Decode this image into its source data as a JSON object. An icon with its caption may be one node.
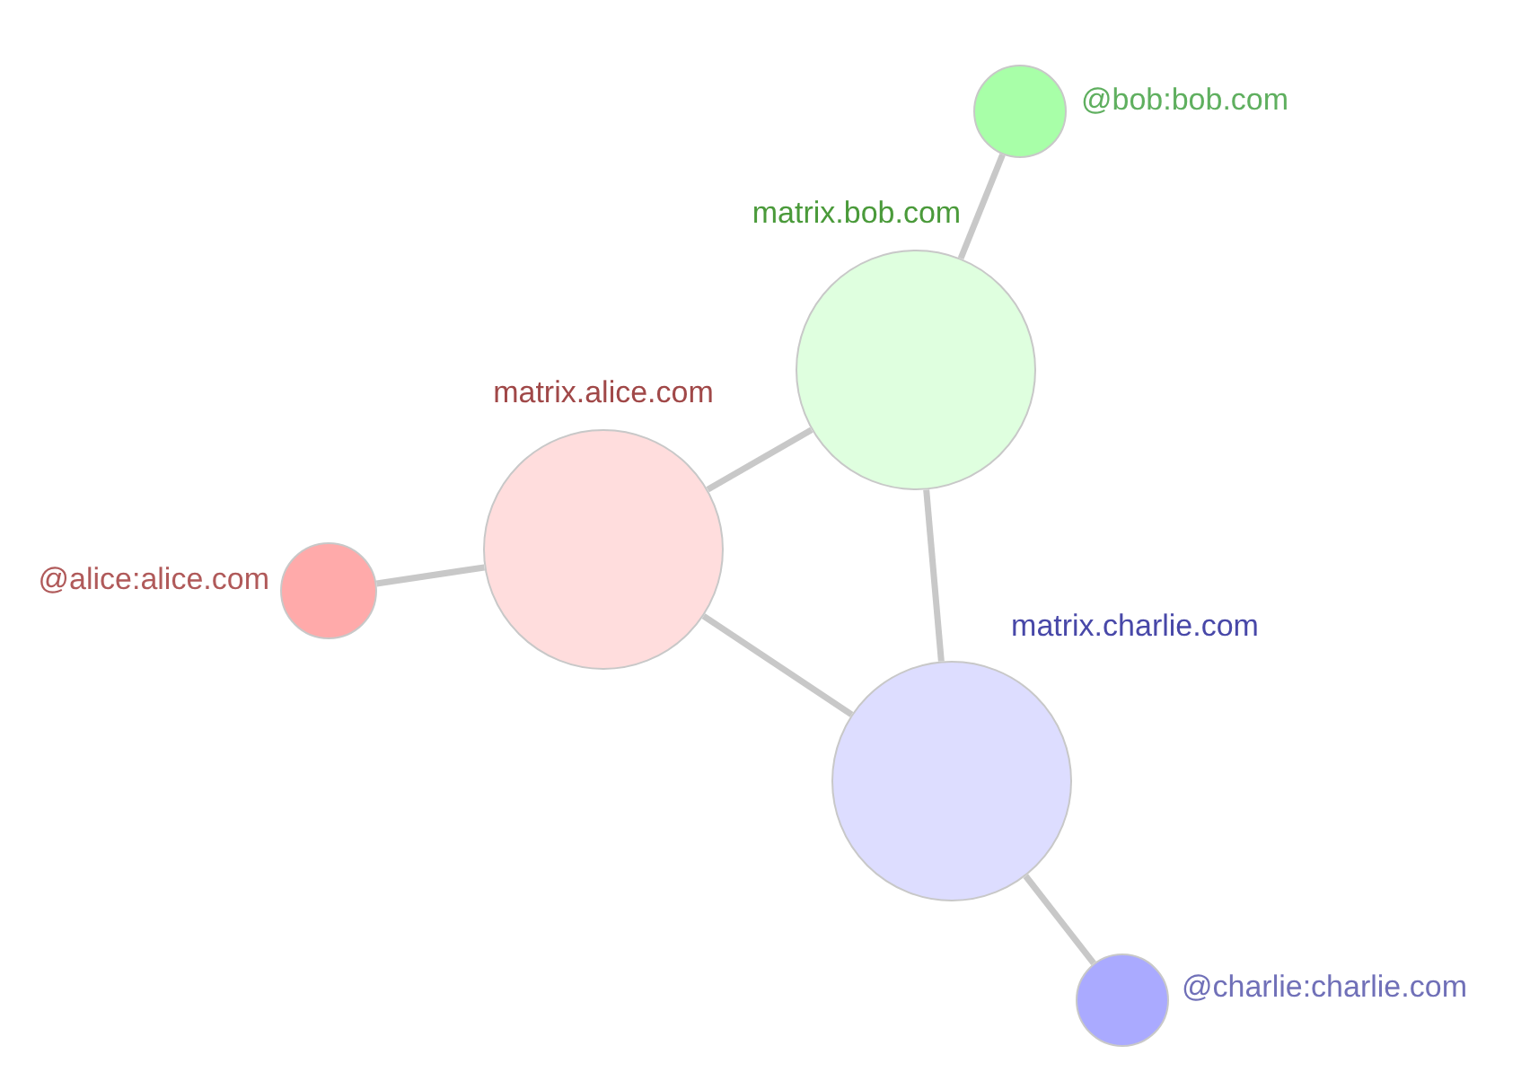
{
  "diagram": {
    "nodes": [
      {
        "text": [
          "@bob:bob.com"
        ]
      },
      {
        "text": [
          "matrix.bob.com"
        ]
      },
      {
        "text": [
          "matrix.alice.com"
        ]
      },
      {
        "text": [
          "@alice:alice.com"
        ]
      },
      {
        "text": [
          "matrix.charlie.com"
        ]
      },
      {
        "text": [
          "@charlie:charlie.com"
        ]
      }
    ],
    "edges": [
      {
        "from": 1,
        "to": 0,
        "arrow": "none"
      },
      {
        "from": 2,
        "to": 1,
        "arrow": "none"
      },
      {
        "from": 2,
        "to": 3,
        "arrow": "none"
      },
      {
        "from": 2,
        "to": 4,
        "arrow": "none"
      },
      {
        "from": 1,
        "to": 4,
        "arrow": "none"
      },
      {
        "from": 4,
        "to": 5,
        "arrow": "none"
      }
    ]
  }
}
